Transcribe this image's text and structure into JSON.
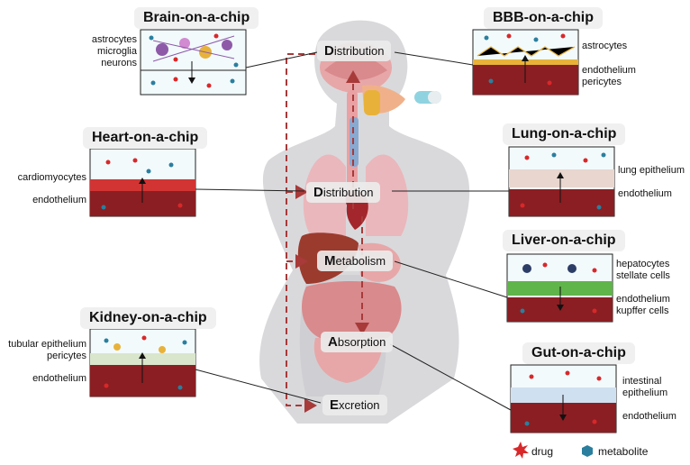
{
  "chips": {
    "brain": {
      "title": "Brain-on-a-chip",
      "labels": [
        "astrocytes",
        "microglia",
        "neurons"
      ]
    },
    "bbb": {
      "title": "BBB-on-a-chip",
      "labels": [
        "astrocytes",
        "endothelium",
        "pericytes"
      ]
    },
    "heart": {
      "title": "Heart-on-a-chip",
      "labels": [
        "cardiomyocytes",
        "endothelium"
      ]
    },
    "lung": {
      "title": "Lung-on-a-chip",
      "labels": [
        "lung epithelium",
        "endothelium"
      ]
    },
    "liver": {
      "title": "Liver-on-a-chip",
      "labels": [
        "hepatocytes",
        "stellate cells",
        "endothelium",
        "kupffer cells"
      ]
    },
    "kidney": {
      "title": "Kidney-on-a-chip",
      "labels": [
        "tubular epithelium",
        "pericytes",
        "endothelium"
      ]
    },
    "gut": {
      "title": "Gut-on-a-chip",
      "labels": [
        "intestinal",
        "epithelium",
        "endothelium"
      ]
    }
  },
  "stages": {
    "distribution_top": {
      "initial": "D",
      "rest": "istribution"
    },
    "distribution_mid": {
      "initial": "D",
      "rest": "istribution"
    },
    "metabolism": {
      "initial": "M",
      "rest": "etabolism"
    },
    "absorption": {
      "initial": "A",
      "rest": "bsorption"
    },
    "excretion": {
      "initial": "E",
      "rest": "xcretion"
    }
  },
  "legend": {
    "drug": "drug",
    "metabolite": "metabolite"
  },
  "colors": {
    "drug": "#d8282a",
    "metabolite": "#2a7f9e",
    "blood": "#8b1e22",
    "endothelium": "#c0392b",
    "flow": "#a83a3a",
    "body": "#d9d9dc"
  }
}
